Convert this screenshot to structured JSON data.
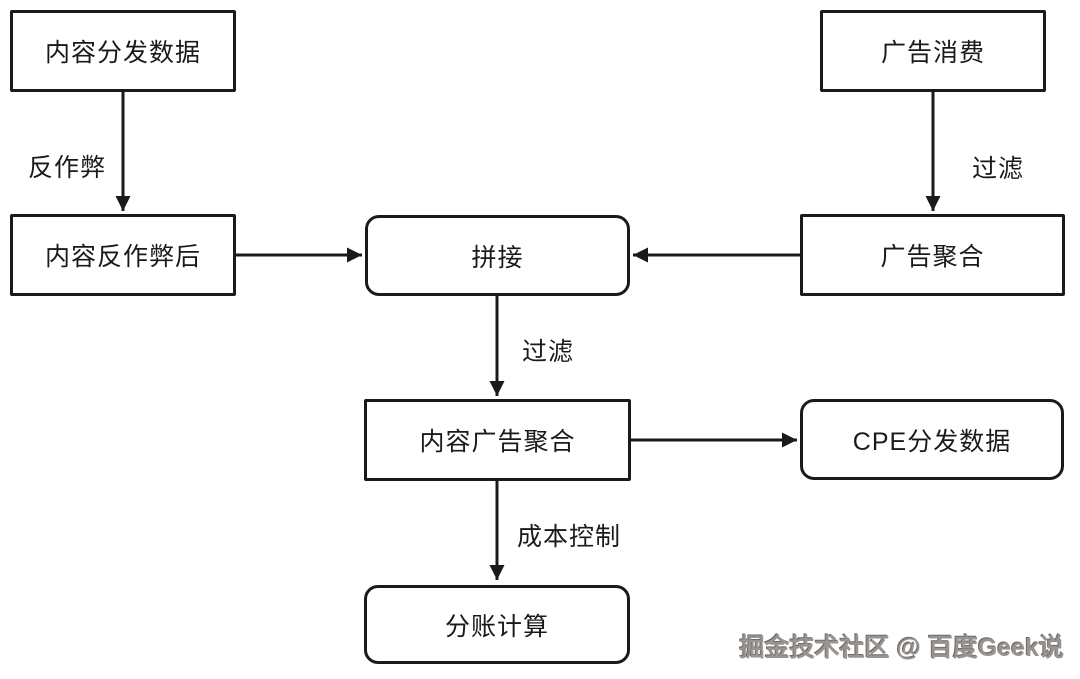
{
  "diagram": {
    "nodes": [
      {
        "id": "content-dist-data",
        "label": "内容分发数据",
        "shape": "rect"
      },
      {
        "id": "ad-consumption",
        "label": "广告消费",
        "shape": "rect"
      },
      {
        "id": "content-after-antifraud",
        "label": "内容反作弊后",
        "shape": "rect"
      },
      {
        "id": "splice",
        "label": "拼接",
        "shape": "rounded"
      },
      {
        "id": "ad-aggregation",
        "label": "广告聚合",
        "shape": "rect"
      },
      {
        "id": "content-ad-aggregation",
        "label": "内容广告聚合",
        "shape": "rect"
      },
      {
        "id": "cpe-dist-data",
        "label": "CPE分发数据",
        "shape": "rounded"
      },
      {
        "id": "revenue-split-calc",
        "label": "分账计算",
        "shape": "rounded"
      }
    ],
    "edges": [
      {
        "from": "content-dist-data",
        "to": "content-after-antifraud",
        "label": "反作弊"
      },
      {
        "from": "ad-consumption",
        "to": "ad-aggregation",
        "label": "过滤"
      },
      {
        "from": "content-after-antifraud",
        "to": "splice",
        "label": ""
      },
      {
        "from": "ad-aggregation",
        "to": "splice",
        "label": ""
      },
      {
        "from": "splice",
        "to": "content-ad-aggregation",
        "label": "过滤"
      },
      {
        "from": "content-ad-aggregation",
        "to": "cpe-dist-data",
        "label": ""
      },
      {
        "from": "content-ad-aggregation",
        "to": "revenue-split-calc",
        "label": "成本控制"
      }
    ],
    "watermark": "掘金技术社区 @ 百度Geek说",
    "colors": {
      "stroke": "#1a1a1a",
      "text": "#1a1a1a",
      "background": "#ffffff",
      "watermark_gray": "#98948f"
    }
  }
}
